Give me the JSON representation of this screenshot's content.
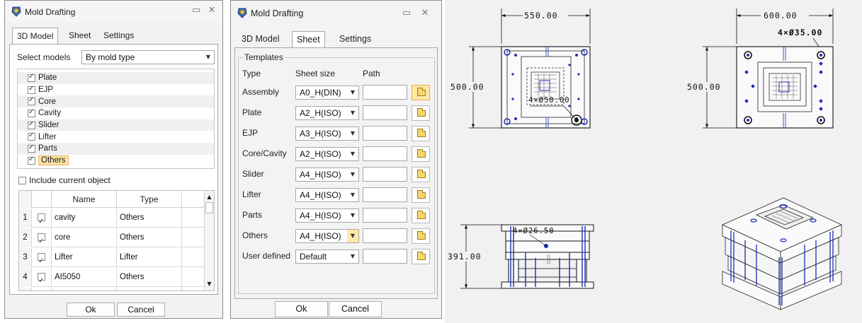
{
  "dialog1": {
    "title": "Mold Drafting",
    "tabs": [
      "3D Model",
      "Sheet",
      "Settings"
    ],
    "active_tab": "3D Model",
    "select_models_label": "Select models",
    "select_models_value": "By mold type",
    "tree_items": [
      {
        "label": "Plate",
        "checked": true
      },
      {
        "label": "EJP",
        "checked": true
      },
      {
        "label": "Core",
        "checked": true
      },
      {
        "label": "Cavity",
        "checked": true
      },
      {
        "label": "Slider",
        "checked": true
      },
      {
        "label": "Lifter",
        "checked": true
      },
      {
        "label": "Parts",
        "checked": true
      },
      {
        "label": "Others",
        "checked": true,
        "selected": true
      }
    ],
    "include_current_label": "Include current object",
    "include_current_checked": false,
    "grid_headers": {
      "name": "Name",
      "type": "Type"
    },
    "grid_rows": [
      {
        "num": "1",
        "name": "cavity",
        "type": "Others",
        "checked": true
      },
      {
        "num": "2",
        "name": "core",
        "type": "Others",
        "checked": true
      },
      {
        "num": "3",
        "name": "Lifter",
        "type": "Lifter",
        "checked": true
      },
      {
        "num": "4",
        "name": "AI5050",
        "type": "Others",
        "checked": true
      }
    ],
    "ok_label": "Ok",
    "cancel_label": "Cancel"
  },
  "dialog2": {
    "title": "Mold Drafting",
    "tabs": [
      "3D Model",
      "Sheet",
      "Settings"
    ],
    "active_tab": "Sheet",
    "group_title": "Templates",
    "col_type": "Type",
    "col_sheet_size": "Sheet size",
    "col_path": "Path",
    "rows": [
      {
        "type": "Assembly",
        "size": "A0_H(DIN)",
        "path": ""
      },
      {
        "type": "Plate",
        "size": "A2_H(ISO)",
        "path": ""
      },
      {
        "type": "EJP",
        "size": "A3_H(ISO)",
        "path": ""
      },
      {
        "type": "Core/Cavity",
        "size": "A2_H(ISO)",
        "path": ""
      },
      {
        "type": "Slider",
        "size": "A4_H(ISO)",
        "path": ""
      },
      {
        "type": "Lifter",
        "size": "A4_H(ISO)",
        "path": ""
      },
      {
        "type": "Parts",
        "size": "A4_H(ISO)",
        "path": ""
      },
      {
        "type": "Others",
        "size": "A4_H(ISO)",
        "path": ""
      },
      {
        "type": "User defined",
        "size": "Default",
        "path": ""
      }
    ],
    "ok_label": "Ok",
    "cancel_label": "Cancel"
  },
  "drawing": {
    "top_left_width": "550.00",
    "top_left_height": "500.00",
    "top_left_hole_note": "4×Ø50.00",
    "top_right_width": "600.00",
    "top_right_height": "500.00",
    "top_right_hole_note": "4×Ø35.00",
    "side_height": "391.00",
    "side_hole_note": "4×Ø26.50"
  },
  "colors": {
    "hole_blue": "#1b2db5",
    "highlight": "#ffe3a6"
  },
  "icons": {
    "app": "mold-drafting-icon",
    "pin": "pin-icon",
    "close": "close-icon",
    "browse": "folder-icon"
  }
}
